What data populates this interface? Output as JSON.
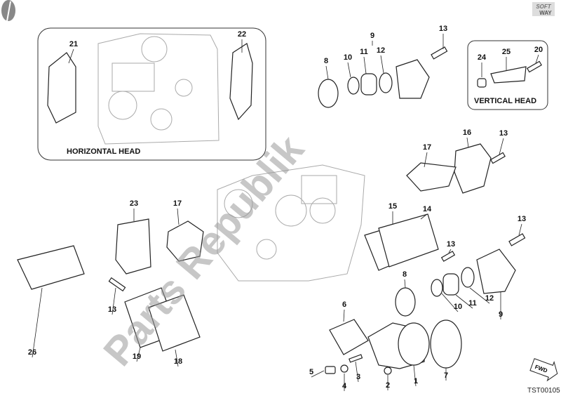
{
  "diagram": {
    "callouts": [
      "21",
      "22",
      "9",
      "13",
      "8",
      "10",
      "11",
      "12",
      "24",
      "25",
      "20",
      "16",
      "13",
      "17",
      "15",
      "14",
      "13",
      "13",
      "8",
      "23",
      "17",
      "26",
      "13",
      "19",
      "18",
      "6",
      "10",
      "11",
      "12",
      "9",
      "5",
      "4",
      "3",
      "2",
      "1",
      "7"
    ],
    "captions": {
      "horizontal_head": "HORIZONTAL HEAD",
      "vertical_head": "VERTICAL HEAD"
    },
    "drawing_code": "TST00105",
    "fwd_badge": "FWD",
    "brand_logo": "SOFT WAY",
    "watermark": "Parts Republik"
  }
}
